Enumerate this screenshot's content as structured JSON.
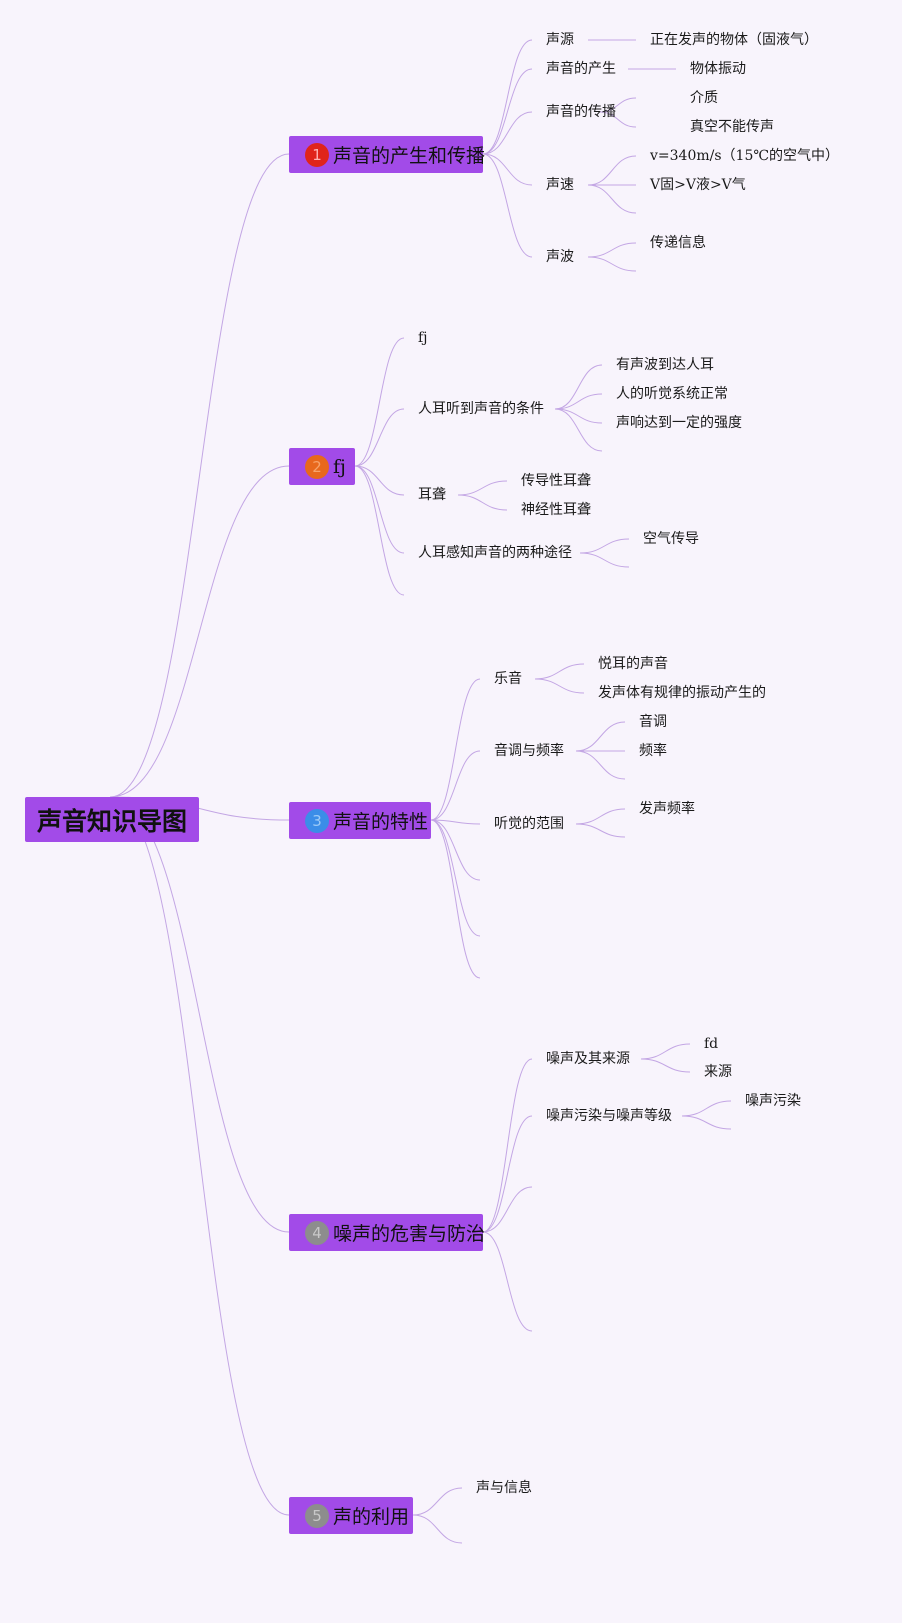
{
  "root": {
    "title": "声音知识导图"
  },
  "colors": {
    "background": "#f8f4fc",
    "node": "#a24be8",
    "connector": "#c3a6e4",
    "badge_1": "#e0241b",
    "badge_2": "#e8681c",
    "badge_3": "#3b8de8",
    "badge_4": "#8d8d8d",
    "badge_5": "#8d8d8d"
  },
  "branches": [
    {
      "number": "1",
      "label": "声音的产生和传播",
      "children": [
        {
          "label": "声源",
          "children": [
            "正在发声的物体（固液气）"
          ]
        },
        {
          "label": "声音的产生",
          "children": [
            "物体振动"
          ]
        },
        {
          "label": "声音的传播",
          "children": [
            "介质",
            "真空不能传声"
          ]
        },
        {
          "label": "声速",
          "children": [
            "v=340m/s（15℃的空气中）",
            "V固>V液>V气",
            ""
          ]
        },
        {
          "label": "声波",
          "children": [
            "传递信息",
            ""
          ]
        }
      ]
    },
    {
      "number": "2",
      "label": "fj",
      "children": [
        {
          "label": "fj",
          "children": []
        },
        {
          "label": "人耳听到声音的条件",
          "children": [
            "有声波到达人耳",
            "人的听觉系统正常",
            "声响达到一定的强度",
            ""
          ]
        },
        {
          "label": "耳聋",
          "children": [
            "传导性耳聋",
            "神经性耳聋"
          ]
        },
        {
          "label": "人耳感知声音的两种途径",
          "children": [
            "空气传导",
            ""
          ]
        },
        {
          "label": "",
          "children": []
        }
      ]
    },
    {
      "number": "3",
      "label": "声音的特性",
      "children": [
        {
          "label": "乐音",
          "children": [
            "悦耳的声音",
            "发声体有规律的振动产生的"
          ]
        },
        {
          "label": "音调与频率",
          "children": [
            "音调",
            "频率",
            ""
          ]
        },
        {
          "label": "听觉的范围",
          "children": [
            "发声频率",
            ""
          ]
        },
        {
          "label": "",
          "children": []
        },
        {
          "label": "",
          "children": []
        },
        {
          "label": "",
          "children": []
        }
      ]
    },
    {
      "number": "4",
      "label": "噪声的危害与防治",
      "children": [
        {
          "label": "噪声及其来源",
          "children": [
            "fd",
            "来源"
          ]
        },
        {
          "label": "噪声污染与噪声等级",
          "children": [
            "噪声污染",
            ""
          ]
        },
        {
          "label": "",
          "children": []
        },
        {
          "label": "",
          "children": []
        }
      ]
    },
    {
      "number": "5",
      "label": "声的利用",
      "children": [
        {
          "label": "声与信息",
          "children": []
        },
        {
          "label": "",
          "children": []
        }
      ]
    }
  ]
}
